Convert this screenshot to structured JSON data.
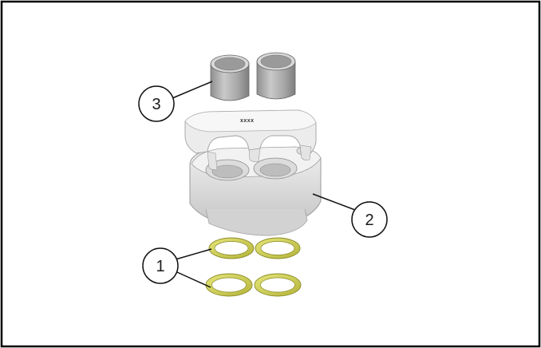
{
  "figure": {
    "callouts": [
      {
        "id": "1",
        "label": "1",
        "part": "seal rings"
      },
      {
        "id": "2",
        "label": "2",
        "part": "housing"
      },
      {
        "id": "3",
        "label": "3",
        "part": "sleeves"
      }
    ],
    "housing_stamp": "xxxx",
    "colors": {
      "frame": "#000000",
      "part_gray": "#cfcfcf",
      "sleeve_gray": "#a9a9a9",
      "ring_yellow": "#c8c84a"
    }
  }
}
